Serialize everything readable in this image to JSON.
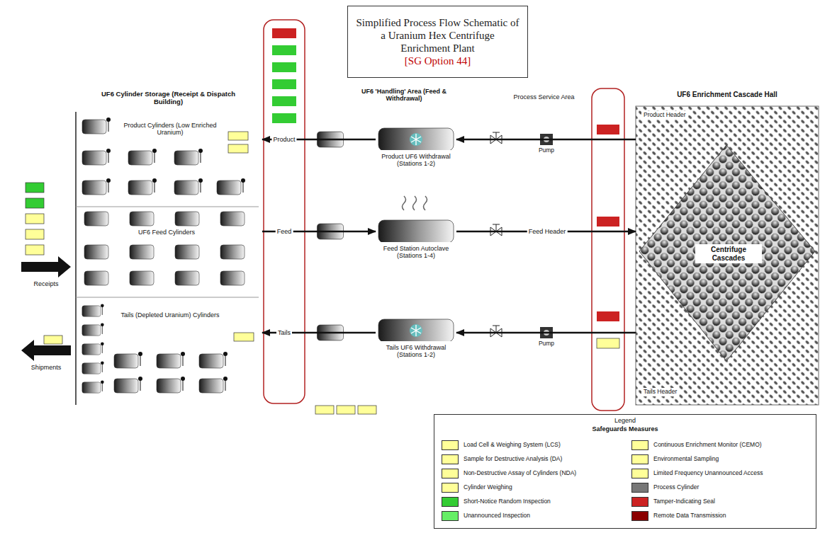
{
  "diagram": {
    "title": "Simplified Process Flow Schematic of a Uranium Hex Centrifuge Enrichment Plant",
    "nodes": [
      {
        "text": [
          "UF6 Cylinder Storage (Receipt & Dispatch Building)"
        ]
      },
      {
        "text": [
          "Product UF6 Withdrawal (Stations 1-2)"
        ]
      },
      {
        "text": [
          "Feed Station Autoclave (Stations 1-4)"
        ]
      },
      {
        "text": [
          "Tails UF6 Withdrawal (Stations 1-2)"
        ]
      },
      {
        "text": [
          "UF6 Enrichment Cascade Hall",
          "Centrifuge Cascades"
        ]
      }
    ],
    "edges": [
      {
        "from": 1,
        "to": 0,
        "label": "Product",
        "arrow": "to"
      },
      {
        "from": 0,
        "to": 2,
        "label": "Feed",
        "arrow": "to"
      },
      {
        "from": 3,
        "to": 0,
        "label": "Tails",
        "arrow": "to"
      },
      {
        "from": 4,
        "to": 1,
        "arrow": "to"
      },
      {
        "from": 2,
        "to": 4,
        "label": "Feed Header",
        "arrow": "to"
      },
      {
        "from": 4,
        "to": 3,
        "arrow": "to"
      }
    ],
    "labels": [
      "[SG Option 44]",
      "Product Cylinders (Low Enriched Uranium)",
      "UF6 Feed Cylinders",
      "Tails (Depleted Uranium) Cylinders",
      "UF6 'Handling' Area (Feed & Withdrawal)",
      "Process Service Area",
      "Pump",
      "Pump",
      "Receipts",
      "Shipments",
      "Legend",
      "Safeguards Measures",
      "Product Header",
      "Tails Header"
    ],
    "legend": [
      {
        "text": "Load Cell & Weighing System (LCS)",
        "color": "#ffff99"
      },
      {
        "text": "Sample for Destructive Analysis (DA)",
        "color": "#ffff99"
      },
      {
        "text": "Non-Destructive Assay of Cylinders (NDA)",
        "color": "#ffff99"
      },
      {
        "text": "Cylinder Weighing",
        "color": "#ffff99"
      },
      {
        "text": "Short-Notice Random Inspection",
        "color": "#33cc33"
      },
      {
        "text": "Unannounced Inspection",
        "color": "#66ee66"
      },
      {
        "text": "Continuous Enrichment Monitor (CEMO)",
        "color": "#ffff99"
      },
      {
        "text": "Environmental Sampling",
        "color": "#ffff99"
      },
      {
        "text": "Limited Frequency Unannounced Access",
        "color": "#ffff99"
      },
      {
        "text": "Process Cylinder",
        "color": "#777777"
      },
      {
        "text": "Tamper-Indicating Seal",
        "color": "#cc2222"
      },
      {
        "text": "Remote Data Transmission",
        "color": "#8b0000"
      }
    ]
  }
}
